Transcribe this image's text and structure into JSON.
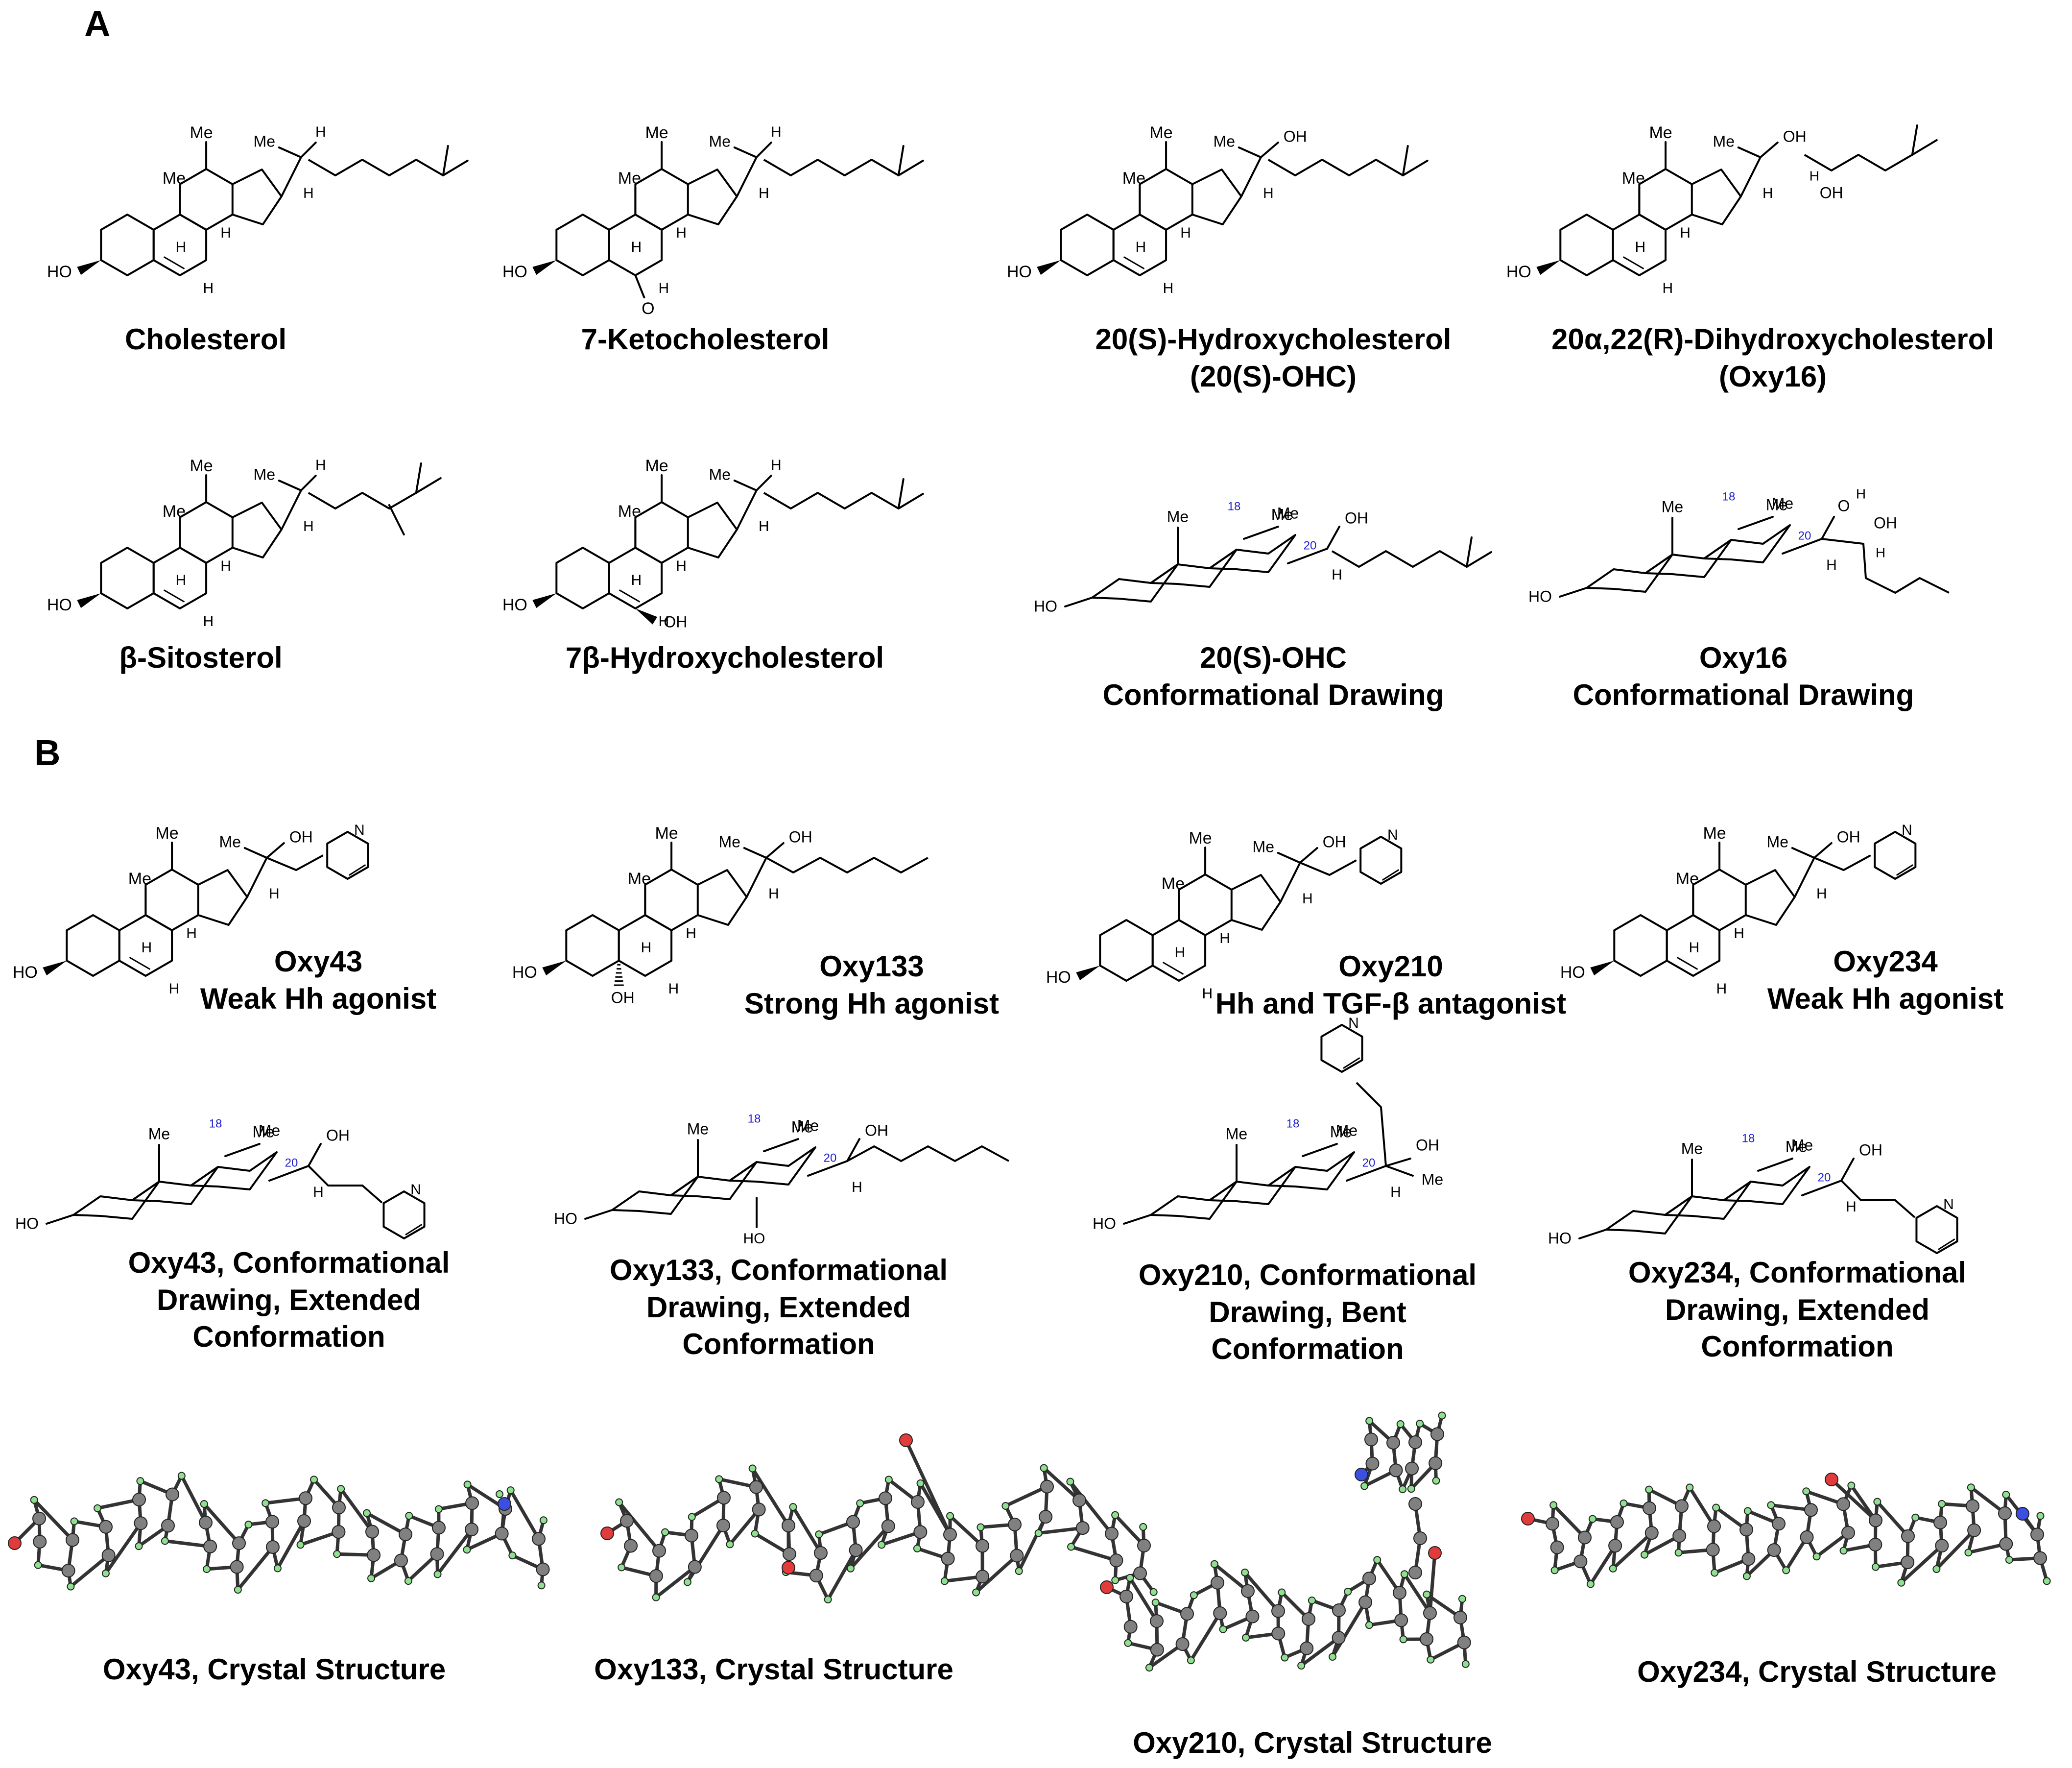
{
  "panels": {
    "a": "A",
    "b": "B"
  },
  "structure_labels": {
    "me": "Me",
    "h": "H",
    "oh": "OH",
    "ho": "HO",
    "o": "O",
    "n": "N",
    "c18": "18",
    "c20": "20"
  },
  "row1": {
    "cholesterol": {
      "l1": "Cholesterol"
    },
    "ketocholesterol": {
      "l1": "7-Ketocholesterol"
    },
    "ohc20s": {
      "l1": "20(S)-Hydroxycholesterol",
      "l2": "(20(S)-OHC)"
    },
    "oxy16": {
      "l1": "20α,22(R)-Dihydroxycholesterol",
      "l2": "(Oxy16)"
    }
  },
  "row2": {
    "sitosterol": {
      "l1": "β-Sitosterol"
    },
    "hydroxy7b": {
      "l1": "7β-Hydroxycholesterol"
    },
    "ohc_conf": {
      "l1": "20(S)-OHC",
      "l2": "Conformational Drawing"
    },
    "oxy16_conf": {
      "l1": "Oxy16",
      "l2": "Conformational Drawing"
    }
  },
  "row3": {
    "oxy43": {
      "l1": "Oxy43",
      "l2": "Weak Hh agonist"
    },
    "oxy133": {
      "l1": "Oxy133",
      "l2": "Strong Hh agonist"
    },
    "oxy210": {
      "l1": "Oxy210",
      "l2": "Hh and TGF-β antagonist"
    },
    "oxy234": {
      "l1": "Oxy234",
      "l2": "Weak Hh agonist"
    }
  },
  "row4": {
    "oxy43": {
      "l1": "Oxy43, Conformational",
      "l2": "Drawing, Extended",
      "l3": "Conformation"
    },
    "oxy133": {
      "l1": "Oxy133, Conformational",
      "l2": "Drawing, Extended",
      "l3": "Conformation"
    },
    "oxy210": {
      "l1": "Oxy210, Conformational",
      "l2": "Drawing, Bent",
      "l3": "Conformation"
    },
    "oxy234": {
      "l1": "Oxy234, Conformational",
      "l2": "Drawing, Extended",
      "l3": "Conformation"
    }
  },
  "row5": {
    "oxy43": {
      "l1": "Oxy43, Crystal Structure"
    },
    "oxy133": {
      "l1": "Oxy133, Crystal Structure"
    },
    "oxy210": {
      "l1": "Oxy210, Crystal Structure"
    },
    "oxy234": {
      "l1": "Oxy234, Crystal Structure"
    }
  },
  "colors": {
    "ink": "#000000",
    "label_blue": "#1f1fcf",
    "oxygen": "#e23b3b",
    "nitrogen": "#3b4fe0",
    "hydrogen": "#8fe08f",
    "carbon": "#808080"
  }
}
